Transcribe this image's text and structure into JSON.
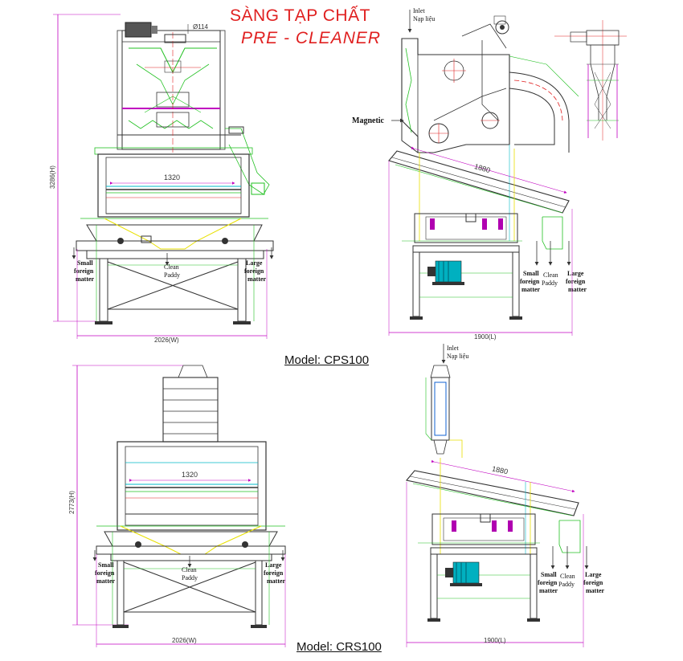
{
  "title": {
    "vietnamese": "SÀNG TẠP CHẤT",
    "english": "PRE - CLEANER"
  },
  "colors": {
    "title": "#e02020",
    "frame": "#333333",
    "dimension": "#c000c0",
    "green_line": "#22c022",
    "cyan_line": "#00b8c8",
    "yellow_line": "#e8e000",
    "red_line": "#e02020",
    "motor": "#00b0c0"
  },
  "cps100": {
    "model_label": "Model: CPS100",
    "front": {
      "height_dim": "3286(H)",
      "width_dim": "2026(W)",
      "screen_width": "1320",
      "pipe_dia": "Ø114",
      "outlet_small": [
        "Small",
        "foreign",
        "matter"
      ],
      "outlet_clean": [
        "Clean",
        "Paddy"
      ],
      "outlet_large": [
        "Large",
        "foreign",
        "matter"
      ]
    },
    "side": {
      "inlet": [
        "Inlet",
        "Nạp liệu"
      ],
      "magnetic": "Magnetic",
      "screen_length": "1880",
      "length_dim": "1900(L)",
      "outlet_small": [
        "Small",
        "foreign",
        "matter"
      ],
      "outlet_clean": [
        "Clean",
        "Paddy"
      ],
      "outlet_large": [
        "Large",
        "foreign",
        "matter"
      ]
    }
  },
  "crs100": {
    "model_label": "Model: CRS100",
    "front": {
      "height_dim": "2773(H)",
      "width_dim": "2026(W)",
      "screen_width": "1320",
      "outlet_small": [
        "Small",
        "foreign",
        "matter"
      ],
      "outlet_clean": [
        "Clean",
        "Paddy"
      ],
      "outlet_large": [
        "Large",
        "foreign",
        "matter"
      ]
    },
    "side": {
      "inlet": [
        "Inlet",
        "Nạp liệu"
      ],
      "screen_length": "1880",
      "length_dim": "1900(L)",
      "outlet_small": [
        "Small",
        "foreign",
        "matter"
      ],
      "outlet_clean": [
        "Clean",
        "Paddy"
      ],
      "outlet_large": [
        "Large",
        "foreign",
        "matter"
      ]
    }
  }
}
